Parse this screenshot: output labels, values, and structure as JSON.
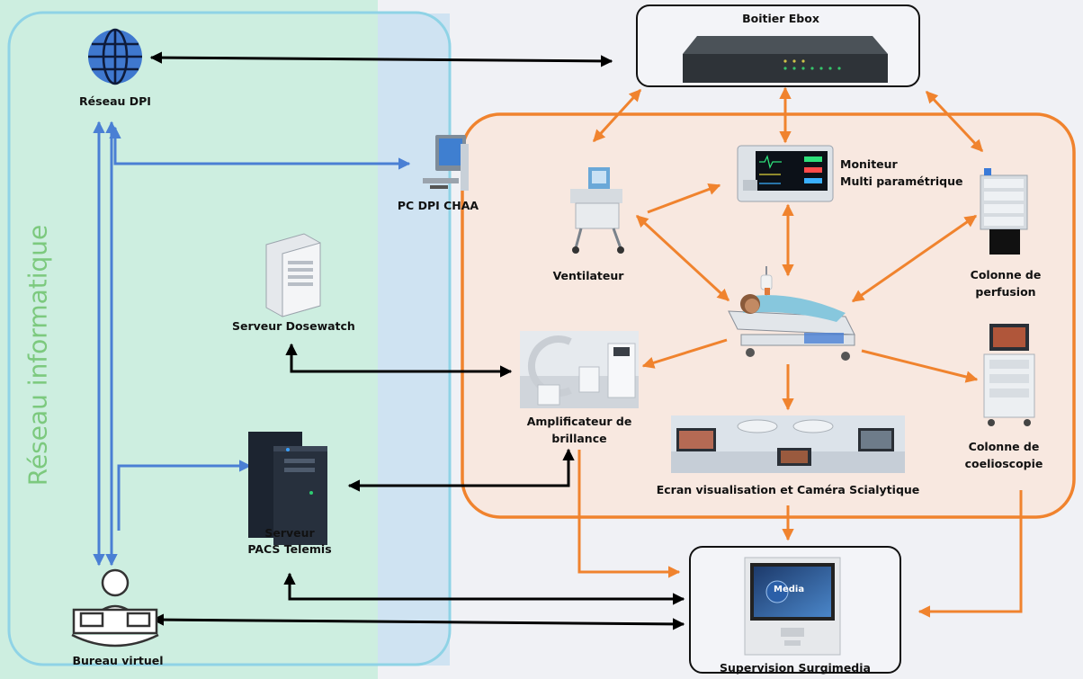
{
  "network_zone": {
    "title": "Réseau informatique"
  },
  "nodes": {
    "reseau_dpi": "Réseau DPI",
    "pc_dpi": "PC DPI CHAA",
    "serveur_dosewatch": "Serveur Dosewatch",
    "serveur_pacs_line1": "Serveur",
    "serveur_pacs_line2": "PACS Telemis",
    "bureau_virtuel": "Bureau virtuel",
    "boitier_ebox": "Boitier Ebox",
    "moniteur_line1": "Moniteur",
    "moniteur_line2": "Multi paramétrique",
    "ventilateur": "Ventilateur",
    "colonne_perfusion_line1": "Colonne de",
    "colonne_perfusion_line2": "perfusion",
    "amplificateur_line1": "Amplificateur de",
    "amplificateur_line2": "brillance",
    "colonne_coelio_line1": "Colonne de",
    "colonne_coelio_line2": "coelioscopie",
    "ecran": "Ecran visualisation et Caméra Scialytique",
    "supervision": "Supervision Surgimedia"
  },
  "screen_text": {
    "surgimedia_screen": "Media"
  },
  "colors": {
    "network_zone_fill": "#cdeee0",
    "network_zone_border": "#8fd3e6",
    "network_overlay": "#cfe3f2",
    "operating_room_fill": "#f8e8e0",
    "operating_room_border": "#f0832e",
    "orange_arrow": "#f0832e",
    "blue_arrow": "#4a7fd4",
    "black_arrow": "#000000",
    "network_title": "#7cc97e"
  },
  "icons": [
    "globe-icon",
    "pc-icon",
    "server-tower-icon",
    "server-rack-icon",
    "virtual-desk-icon",
    "ebox-device-icon",
    "monitor-icon",
    "ventilator-icon",
    "infusion-column-icon",
    "patient-bed-icon",
    "c-arm-icon",
    "laparoscopy-column-icon",
    "or-screens-icon",
    "surgimedia-panel-icon"
  ]
}
